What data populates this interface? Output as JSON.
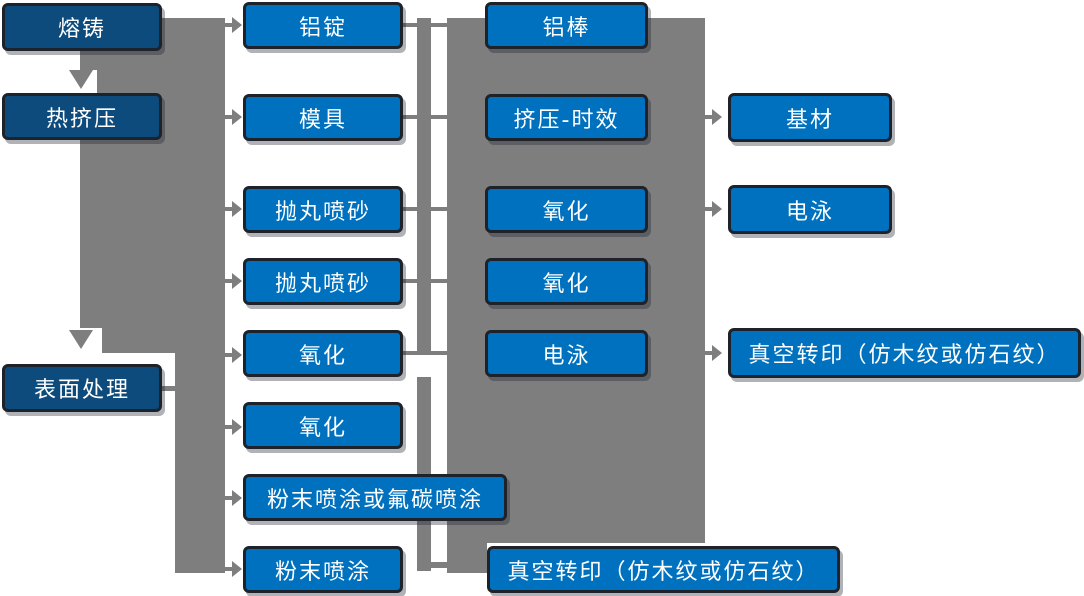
{
  "colors": {
    "process_box_blue": "#0071BE",
    "stage_box_dark_blue": "#0E4B7D",
    "connector_gray": "#7E7E7E",
    "box_border": "#1E222A",
    "box_text": "#FFFFFF",
    "background": "#FFFFFF"
  },
  "nodes": {
    "stages": [
      "熔铸",
      "热挤压",
      "表面处理"
    ],
    "col2": [
      "铝锭",
      "模具",
      "抛丸喷砂",
      "抛丸喷砂",
      "氧化",
      "氧化",
      "粉末喷涂或氟碳喷涂",
      "粉末喷涂"
    ],
    "col3": [
      "铝棒",
      "挤压-时效",
      "氧化",
      "氧化",
      "电泳",
      "真空转印（仿木纹或仿石纹）"
    ],
    "col4": [
      "基材",
      "电泳",
      "真空转印（仿木纹或仿石纹）"
    ]
  }
}
